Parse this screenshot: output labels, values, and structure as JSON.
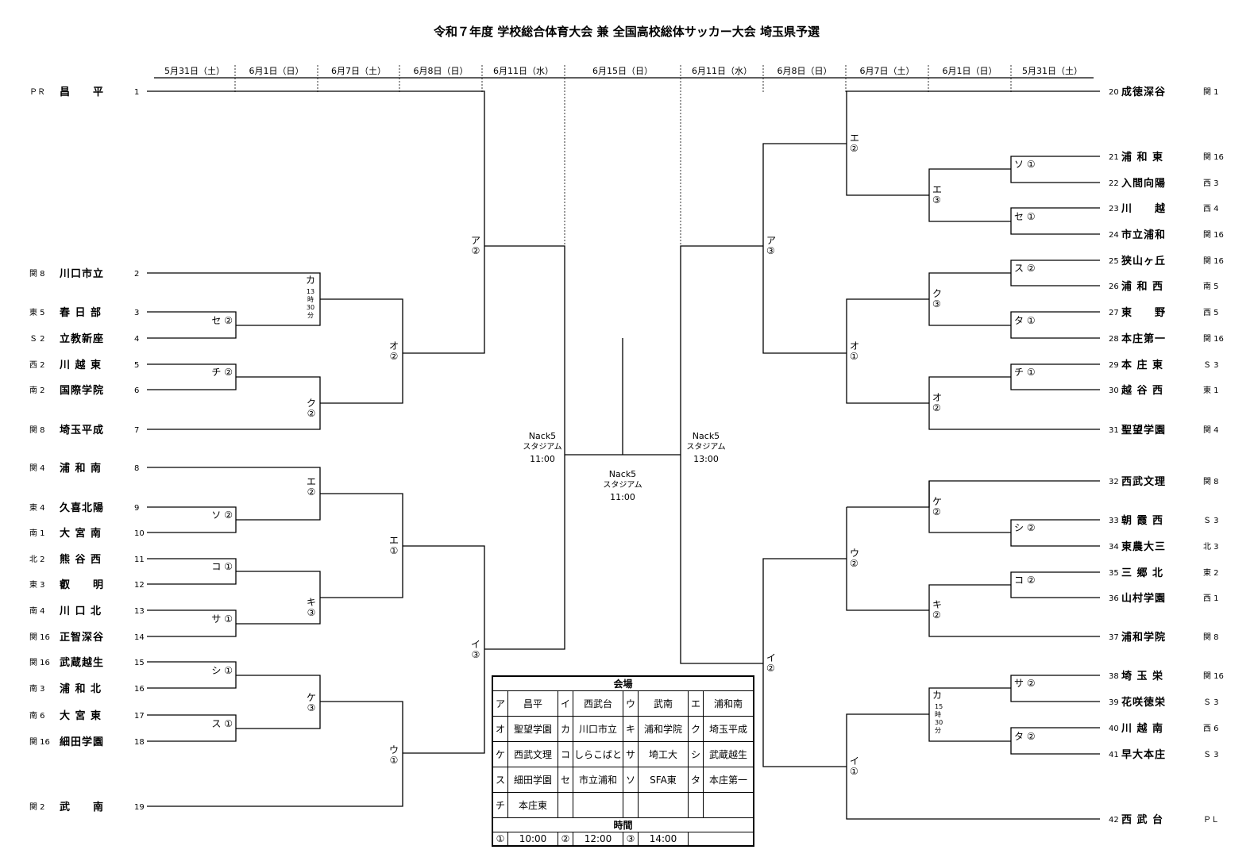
{
  "title": "令和７年度 学校総合体育大会 兼 全国高校総体サッカー大会 埼玉県予選",
  "dates_left": [
    "5月31日（土）",
    "6月1日（日）",
    "6月7日（土）",
    "6月8日（日）",
    "6月11日（水）"
  ],
  "date_final": "6月15日（日）",
  "dates_right": [
    "6月11日（水）",
    "6月8日（日）",
    "6月7日（土）",
    "6月1日（日）",
    "5月31日（土）"
  ],
  "left_teams": [
    {
      "seed": "ＰＲ",
      "name": "昌　　平",
      "no": "1"
    },
    {
      "seed": "関 8",
      "name": "川口市立",
      "no": "2"
    },
    {
      "seed": "東 5",
      "name": "春 日 部",
      "no": "3"
    },
    {
      "seed": "Ｓ 2",
      "name": "立教新座",
      "no": "4"
    },
    {
      "seed": "西 2",
      "name": "川 越 東",
      "no": "5"
    },
    {
      "seed": "南 2",
      "name": "国際学院",
      "no": "6"
    },
    {
      "seed": "関 8",
      "name": "埼玉平成",
      "no": "7"
    },
    {
      "seed": "関 4",
      "name": "浦 和 南",
      "no": "8"
    },
    {
      "seed": "東 4",
      "name": "久喜北陽",
      "no": "9"
    },
    {
      "seed": "南 1",
      "name": "大 宮 南",
      "no": "10"
    },
    {
      "seed": "北 2",
      "name": "熊 谷 西",
      "no": "11"
    },
    {
      "seed": "東 3",
      "name": "叡　　明",
      "no": "12"
    },
    {
      "seed": "南 4",
      "name": "川 口 北",
      "no": "13"
    },
    {
      "seed": "関 16",
      "name": "正智深谷",
      "no": "14"
    },
    {
      "seed": "関 16",
      "name": "武蔵越生",
      "no": "15"
    },
    {
      "seed": "南 3",
      "name": "浦 和 北",
      "no": "16"
    },
    {
      "seed": "南 6",
      "name": "大 宮 東",
      "no": "17"
    },
    {
      "seed": "関 16",
      "name": "細田学園",
      "no": "18"
    },
    {
      "seed": "関 2",
      "name": "武　　南",
      "no": "19"
    }
  ],
  "right_teams": [
    {
      "no": "20",
      "name": "成徳深谷",
      "seed": "関 1"
    },
    {
      "no": "21",
      "name": "浦 和 東",
      "seed": "関 16"
    },
    {
      "no": "22",
      "name": "入間向陽",
      "seed": "西 3"
    },
    {
      "no": "23",
      "name": "川　　越",
      "seed": "西 4"
    },
    {
      "no": "24",
      "name": "市立浦和",
      "seed": "関 16"
    },
    {
      "no": "25",
      "name": "狭山ヶ丘",
      "seed": "関 16"
    },
    {
      "no": "26",
      "name": "浦 和 西",
      "seed": "南 5"
    },
    {
      "no": "27",
      "name": "東　　野",
      "seed": "西 5"
    },
    {
      "no": "28",
      "name": "本庄第一",
      "seed": "関 16"
    },
    {
      "no": "29",
      "name": "本 庄 東",
      "seed": "Ｓ 3"
    },
    {
      "no": "30",
      "name": "越 谷 西",
      "seed": "東 1"
    },
    {
      "no": "31",
      "name": "聖望学園",
      "seed": "関 4"
    },
    {
      "no": "32",
      "name": "西武文理",
      "seed": "関 8"
    },
    {
      "no": "33",
      "name": "朝 霞 西",
      "seed": "Ｓ 3"
    },
    {
      "no": "34",
      "name": "東農大三",
      "seed": "北 3"
    },
    {
      "no": "35",
      "name": "三 郷 北",
      "seed": "東 2"
    },
    {
      "no": "36",
      "name": "山村学園",
      "seed": "西 1"
    },
    {
      "no": "37",
      "name": "浦和学院",
      "seed": "関 8"
    },
    {
      "no": "38",
      "name": "埼 玉 栄",
      "seed": "関 16"
    },
    {
      "no": "39",
      "name": "花咲徳栄",
      "seed": "Ｓ 3"
    },
    {
      "no": "40",
      "name": "川 越 南",
      "seed": "西 6"
    },
    {
      "no": "41",
      "name": "早大本庄",
      "seed": "Ｓ 3"
    },
    {
      "no": "42",
      "name": "西 武 台",
      "seed": "ＰＬ"
    }
  ],
  "match_codes": {
    "l_se2": "セ ②",
    "l_chi2": "チ ②",
    "l_so2": "ソ ②",
    "l_ko1": "コ ①",
    "l_sa1": "サ ①",
    "l_shi1": "シ ①",
    "l_su1": "ス ①",
    "l_ka_a": "カ",
    "l_ka_b": "13",
    "l_ka_c": "時",
    "l_ka_d": "30",
    "l_ka_e": "分",
    "l_ku2_a": "ク",
    "l_ku2_b": "②",
    "l_e2_a": "エ",
    "l_e2_b": "②",
    "l_ki3_a": "キ",
    "l_ki3_b": "③",
    "l_ke3_a": "ケ",
    "l_ke3_b": "③",
    "l_o2_a": "オ",
    "l_o2_b": "②",
    "l_e1_a": "エ",
    "l_e1_b": "①",
    "l_u1_a": "ウ",
    "l_u1_b": "①",
    "l_a2_a": "ア",
    "l_a2_b": "②",
    "l_i3_a": "イ",
    "l_i3_b": "③",
    "r_so1": "ソ ①",
    "r_se1": "セ ①",
    "r_su2": "ス ②",
    "r_ta1": "タ ①",
    "r_chi1": "チ ①",
    "r_shi2": "シ ②",
    "r_ko2": "コ ②",
    "r_sa2": "サ ②",
    "r_ta2": "タ ②",
    "r_e2_a": "エ",
    "r_e2_b": "②",
    "r_e3_a": "エ",
    "r_e3_b": "③",
    "r_ku3_a": "ク",
    "r_ku3_b": "③",
    "r_o2_a": "オ",
    "r_o2_b": "②",
    "r_ke2_a": "ケ",
    "r_ke2_b": "②",
    "r_ki2_a": "キ",
    "r_ki2_b": "②",
    "r_ka_a": "カ",
    "r_ka_b": "15",
    "r_ka_c": "時",
    "r_ka_d": "30",
    "r_ka_e": "分",
    "r_a3_a": "ア",
    "r_a3_b": "③",
    "r_o1_a": "オ",
    "r_o1_b": "①",
    "r_u2_a": "ウ",
    "r_u2_b": "②",
    "r_i1_a": "イ",
    "r_i1_b": "①",
    "r_i2_a": "イ",
    "r_i2_b": "②"
  },
  "semis": {
    "left": {
      "venue1": "Nack5",
      "venue2": "スタジアム",
      "time": "11:00"
    },
    "right": {
      "venue1": "Nack5",
      "venue2": "スタジアム",
      "time": "13:00"
    },
    "final": {
      "venue1": "Nack5",
      "venue2": "スタジアム",
      "time": "11:00"
    }
  },
  "venue_table": {
    "header": "会場",
    "rows": [
      [
        [
          "ア",
          "昌平"
        ],
        [
          "イ",
          "西武台"
        ],
        [
          "ウ",
          "武南"
        ],
        [
          "エ",
          "浦和南"
        ]
      ],
      [
        [
          "オ",
          "聖望学園"
        ],
        [
          "カ",
          "川口市立"
        ],
        [
          "キ",
          "浦和学院"
        ],
        [
          "ク",
          "埼玉平成"
        ]
      ],
      [
        [
          "ケ",
          "西武文理"
        ],
        [
          "コ",
          "しらこばと"
        ],
        [
          "サ",
          "埼工大"
        ],
        [
          "シ",
          "武蔵越生"
        ]
      ],
      [
        [
          "ス",
          "細田学園"
        ],
        [
          "セ",
          "市立浦和"
        ],
        [
          "ソ",
          "SFA東"
        ],
        [
          "タ",
          "本庄第一"
        ]
      ],
      [
        [
          "チ",
          "本庄東"
        ],
        [
          "",
          ""
        ],
        [
          "",
          ""
        ],
        [
          "",
          ""
        ]
      ]
    ],
    "time_header": "時間",
    "times": [
      [
        "①",
        "10:00"
      ],
      [
        "②",
        "12:00"
      ],
      [
        "③",
        "14:00"
      ]
    ]
  }
}
